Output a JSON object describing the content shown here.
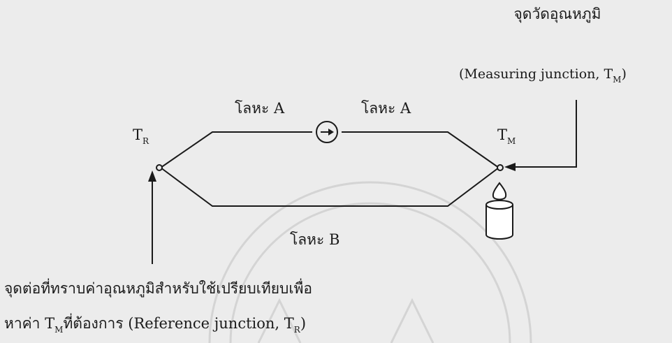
{
  "measuring": {
    "title_th": "จุดวัดอุณหภูมิ",
    "paren_open": "(Measuring junction, T",
    "sub": "M",
    "paren_close": ")"
  },
  "metal_a_left": "โลหะ A",
  "metal_a_right": "โลหะ A",
  "metal_b": "โลหะ B",
  "tr": {
    "main": "T",
    "sub": "R"
  },
  "tm": {
    "main": "T",
    "sub": "M"
  },
  "reference": {
    "line1": "จุดต่อที่ทราบค่าอุณหภูมิสำหรับใช้เปรียบเทียบเพื่อ",
    "line2_a": "หาค่า T",
    "line2_sub": "M",
    "line2_b": "ที่ต้องการ (Reference junction, T",
    "line2_sub2": "R",
    "line2_c": ")"
  },
  "colors": {
    "background": "#ececec",
    "ink": "#1a1a1a",
    "watermark": "#d4d4d4",
    "candle": "#ffffff"
  },
  "icons": [
    "current-arrow-icon",
    "candle-icon",
    "flame-icon"
  ]
}
